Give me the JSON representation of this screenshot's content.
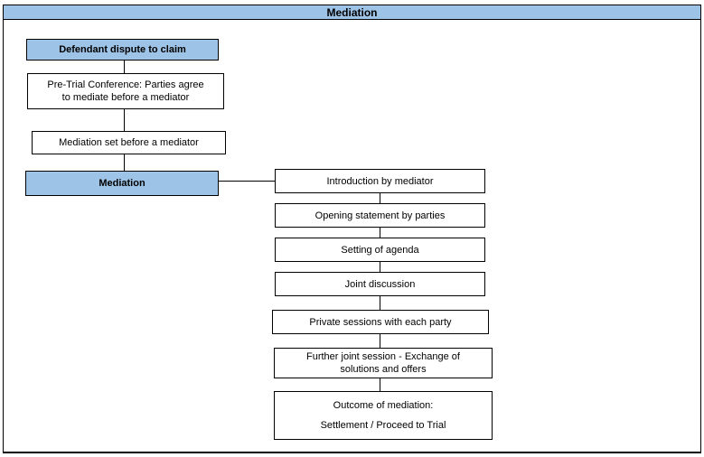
{
  "title": "Mediation",
  "colors": {
    "highlight_fill": "#9dc3e6",
    "box_border": "#000000",
    "line": "#000000",
    "background": "#ffffff"
  },
  "left_flow": {
    "boxes": [
      {
        "label": "Defendant dispute to claim",
        "highlighted": true
      },
      {
        "label": "Pre-Trial Conference: Parties agree to mediate before a mediator",
        "highlighted": false
      },
      {
        "label": "Mediation set before a mediator",
        "highlighted": false
      },
      {
        "label": "Mediation",
        "highlighted": true
      }
    ]
  },
  "right_flow": {
    "boxes": [
      {
        "label": "Introduction by mediator"
      },
      {
        "label": "Opening statement by parties"
      },
      {
        "label": "Setting of agenda"
      },
      {
        "label": "Joint discussion"
      },
      {
        "label": "Private sessions with each party"
      },
      {
        "label": "Further joint session - Exchange of solutions and offers"
      },
      {
        "lines": [
          "Outcome of mediation:",
          "Settlement / Proceed to Trial"
        ]
      }
    ]
  }
}
